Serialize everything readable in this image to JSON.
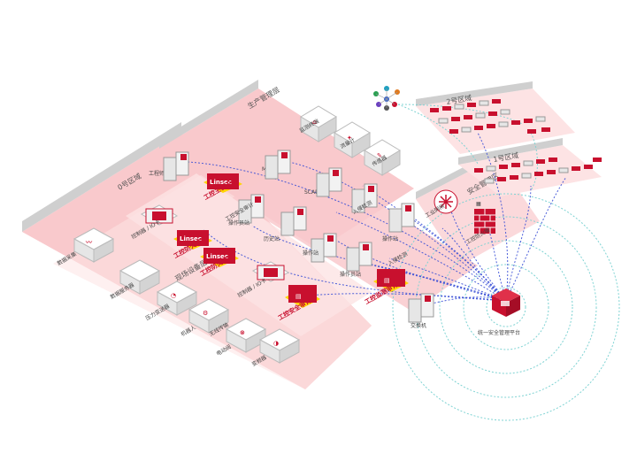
{
  "colors": {
    "zone_fill": "#f9c9cc",
    "zone_fill_light": "#fde3e4",
    "header_bar": "#9a9a9a",
    "brand_red": "#c8102e",
    "device_gray": "#e6e6e6",
    "link_blue": "#3a4fd6",
    "ring_cyan": "#7fd3d3"
  },
  "zones": {
    "zone0": "0号区域",
    "zone0_sub": "现场设备层",
    "zone1": "1号区域",
    "zone2": "2号区域",
    "security": "安全管理区",
    "production": "生产管理层"
  },
  "labels": {
    "eng_station": "工程师站",
    "mes": "MES",
    "scada": "SCADA",
    "op_station1": "操作员站",
    "op_station2": "操作员站",
    "historian": "历史站",
    "ws1": "操作站",
    "ws2": "操作站",
    "plc1": "控制器 / IO卡",
    "plc2": "控制器 / IO卡",
    "data_collect": "数据采集",
    "wireless": "无线传输",
    "robot": "机器人",
    "monitor": "监测终端",
    "data_server": "数据服务器",
    "flow_meter": "流量计",
    "sensor": "传感器",
    "valve": "电动阀",
    "vfd": "变频器",
    "pressure": "压力变送器",
    "audit": "工控安全审计",
    "firewall": "工控防火墙",
    "gateway": "工业网闸",
    "mgmt_center": "统一安全管理平台",
    "switch": "交换机",
    "ids1": "入侵检测",
    "ids2": "入侵检测"
  },
  "brand": {
    "tag1": "Linsec",
    "tag2": "Linsec",
    "tag3": "Linsec",
    "caption1": "工控主机卫士",
    "caption2": "工控防火墙",
    "caption3": "工控防火墙",
    "caption4": "工控安全审计",
    "caption5": "工控监测审计"
  },
  "icons": {
    "firewall": "firewall-icon",
    "center": "server-stack-icon",
    "network": "network-icon",
    "cloud": "cloud-nodes-icon"
  }
}
